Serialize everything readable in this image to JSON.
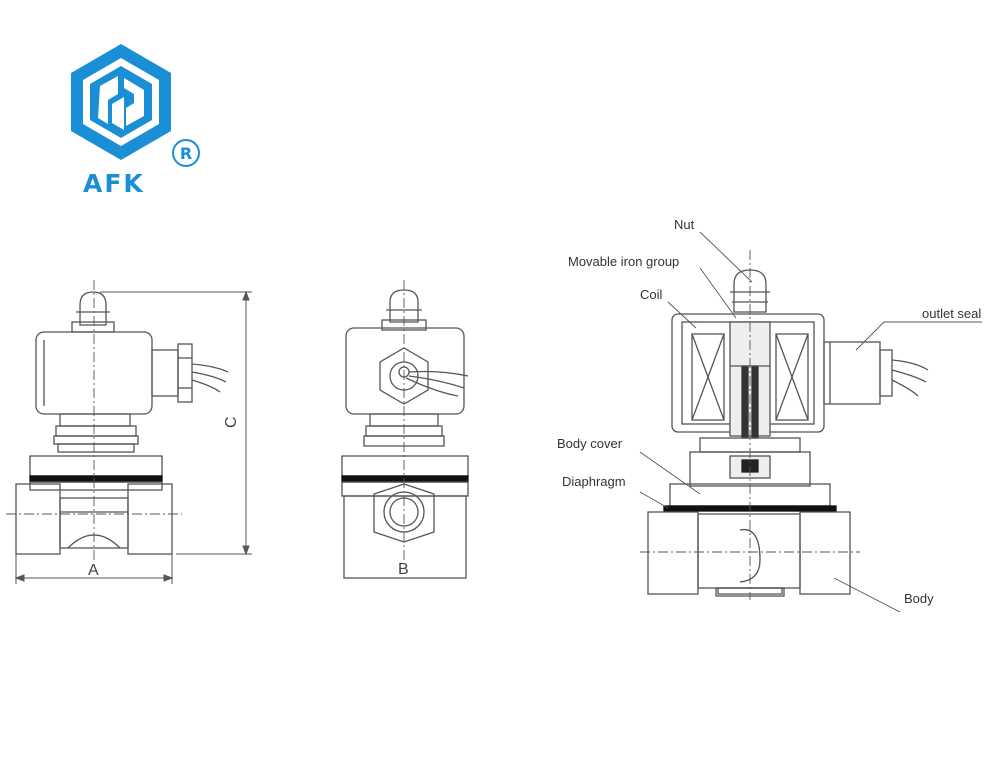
{
  "brand": {
    "name": "AFK",
    "registered": "®",
    "color": "#1a8fd6"
  },
  "dimensions": {
    "a": "A",
    "b": "B",
    "c": "C"
  },
  "callouts": {
    "nut": "Nut",
    "movable_iron_group": "Movable iron group",
    "coil": "Coil",
    "outlet_seal": "outlet seal",
    "body_cover": "Body cover",
    "diaphragm": "Diaphragm",
    "body": "Body"
  },
  "colors": {
    "line": "#555555",
    "gasket": "#111111"
  }
}
